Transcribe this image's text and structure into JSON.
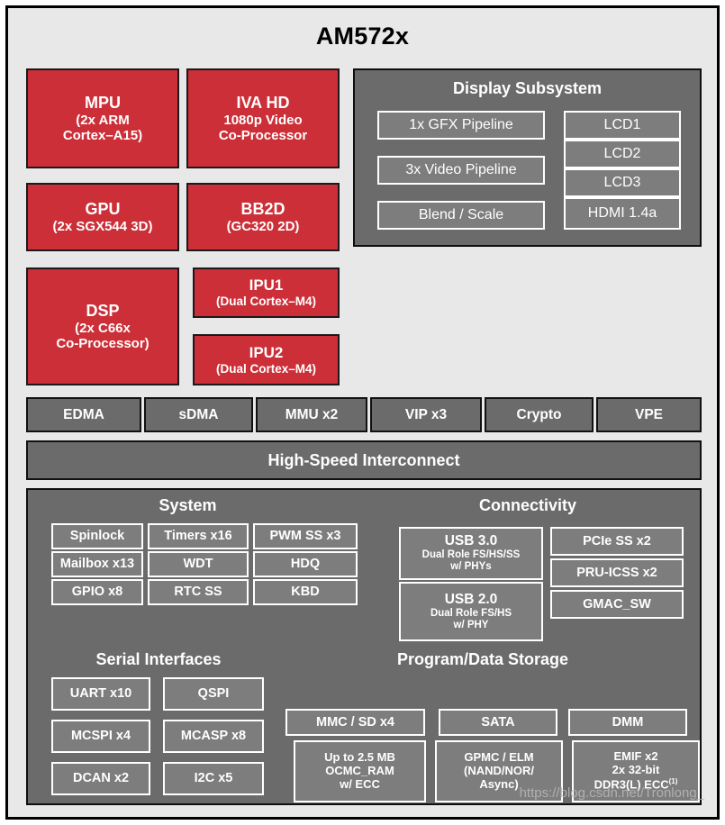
{
  "diagram": {
    "title": "AM572x",
    "watermark": "https://blog.csdn.net/Tronlong_",
    "colors": {
      "accent_red": "#CC2F38",
      "panel_gray": "#6B6B6B",
      "chip_gray": "#7D7D7D",
      "background": "#E8E8E8",
      "border": "#000000",
      "text_light": "#FFFFFF"
    }
  },
  "processors": [
    {
      "name": "MPU",
      "sub1": "(2x ARM",
      "sub2": "Cortex–A15)"
    },
    {
      "name": "IVA HD",
      "sub1": "1080p Video",
      "sub2": "Co-Processor"
    },
    {
      "name": "GPU",
      "sub1": "(2x SGX544 3D)",
      "sub2": ""
    },
    {
      "name": "BB2D",
      "sub1": "(GC320 2D)",
      "sub2": ""
    },
    {
      "name": "DSP",
      "sub1": "(2x C66x",
      "sub2": "Co-Processor)"
    },
    {
      "name": "IPU1",
      "sub1": "(Dual Cortex–M4)",
      "sub2": ""
    },
    {
      "name": "IPU2",
      "sub1": "(Dual Cortex–M4)",
      "sub2": ""
    }
  ],
  "display_subsystem": {
    "title": "Display Subsystem",
    "pipelines": [
      "1x GFX Pipeline",
      "3x Video Pipeline",
      "Blend / Scale"
    ],
    "outputs": [
      "LCD1",
      "LCD2",
      "LCD3",
      "HDMI 1.4a"
    ]
  },
  "accelerator_row": [
    "EDMA",
    "sDMA",
    "MMU x2",
    "VIP x3",
    "Crypto",
    "VPE"
  ],
  "interconnect": {
    "label": "High-Speed Interconnect"
  },
  "system": {
    "title": "System",
    "blocks": [
      "Spinlock",
      "Timers x16",
      "PWM SS x3",
      "Mailbox x13",
      "WDT",
      "HDQ",
      "GPIO x8",
      "RTC SS",
      "KBD"
    ]
  },
  "connectivity": {
    "title": "Connectivity",
    "usb": [
      {
        "l1": "USB 3.0",
        "l2": "Dual Role FS/HS/SS",
        "l3": "w/ PHYs"
      },
      {
        "l1": "USB 2.0",
        "l2": "Dual Role FS/HS",
        "l3": "w/ PHY"
      }
    ],
    "blocks": [
      "PCIe SS x2",
      "PRU-ICSS x2",
      "GMAC_SW"
    ]
  },
  "serial_interfaces": {
    "title": "Serial Interfaces",
    "blocks": [
      "UART x10",
      "QSPI",
      "MCSPI x4",
      "MCASP x8",
      "DCAN x2",
      "I2C x5"
    ]
  },
  "storage": {
    "title": "Program/Data Storage",
    "row1": [
      "MMC / SD x4",
      "SATA",
      "DMM"
    ],
    "row2": [
      {
        "l1": "Up to 2.5 MB",
        "l2": "OCMC_RAM",
        "l3": "w/ ECC",
        "fn": ""
      },
      {
        "l1": "GPMC / ELM",
        "l2": "(NAND/NOR/",
        "l3": "Async)",
        "fn": ""
      },
      {
        "l1": "EMIF x2",
        "l2": "2x 32-bit",
        "l3": "DDR3(L) ECC",
        "fn": "(1)"
      }
    ]
  }
}
